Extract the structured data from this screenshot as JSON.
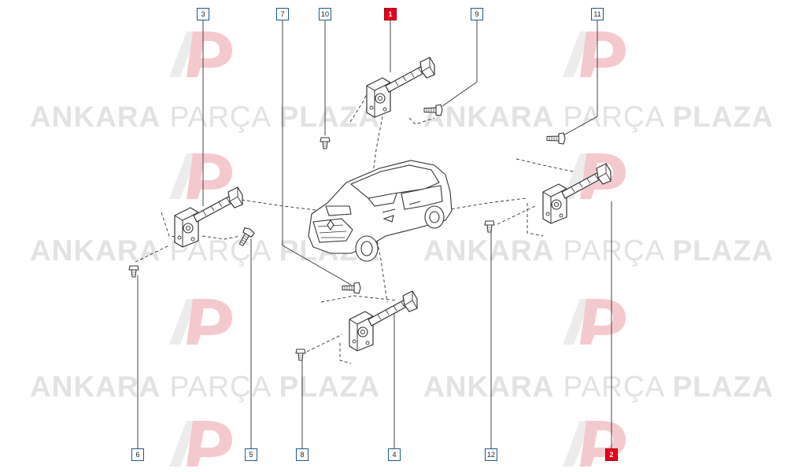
{
  "watermark": {
    "word1": "ANKARA",
    "word2": "PARÇA",
    "word3": "PLAZA",
    "logo_letters": "AP"
  },
  "colors": {
    "highlight_callout": "#e3001b",
    "callout_border": "#1e5a8c",
    "line": "#333333",
    "watermark": "#e2e2e2",
    "logo_red": "#f4c9cd"
  },
  "callouts": {
    "c1": "1",
    "c2": "2",
    "c3": "3",
    "c4": "4",
    "c5": "5",
    "c6": "6",
    "c7": "7",
    "c8": "8",
    "c9": "9",
    "c10": "10",
    "c11": "11",
    "c12": "12"
  },
  "highlighted_parts": [
    "1",
    "2"
  ]
}
